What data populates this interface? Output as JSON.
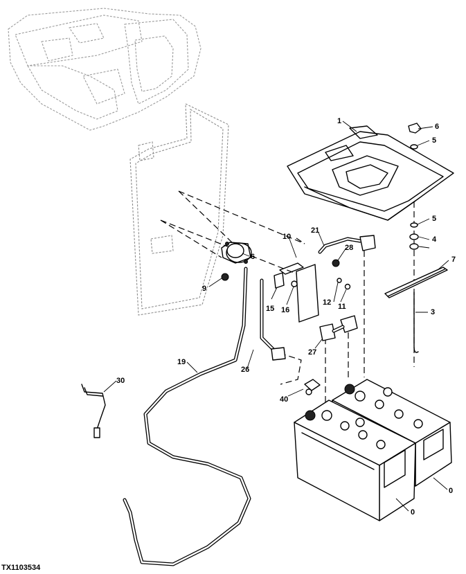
{
  "figure_id": "TX1103534",
  "callouts": {
    "c1": "1",
    "c3": "3",
    "c4": "4",
    "c5a": "5",
    "c5b": "5",
    "c6a": "6",
    "c6b": "6",
    "c7": "7",
    "c9": "9",
    "c10": "10",
    "c11": "11",
    "c12": "12",
    "c15": "15",
    "c16": "16",
    "c19": "19",
    "c21": "21",
    "c26": "26",
    "c27": "27",
    "c28": "28",
    "c30": "30",
    "c40": "40",
    "c0a": "0",
    "c0b": "0"
  }
}
